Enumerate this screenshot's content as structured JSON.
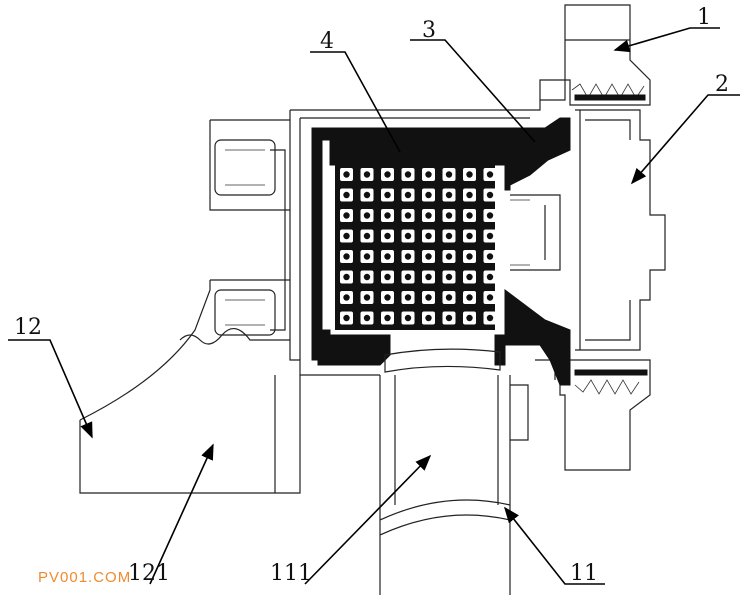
{
  "labels": {
    "l1": "1",
    "l2": "2",
    "l3": "3",
    "l4": "4",
    "l11": "11",
    "l12": "12",
    "l111": "111",
    "l121": "121"
  },
  "watermark": "PV001.COM"
}
